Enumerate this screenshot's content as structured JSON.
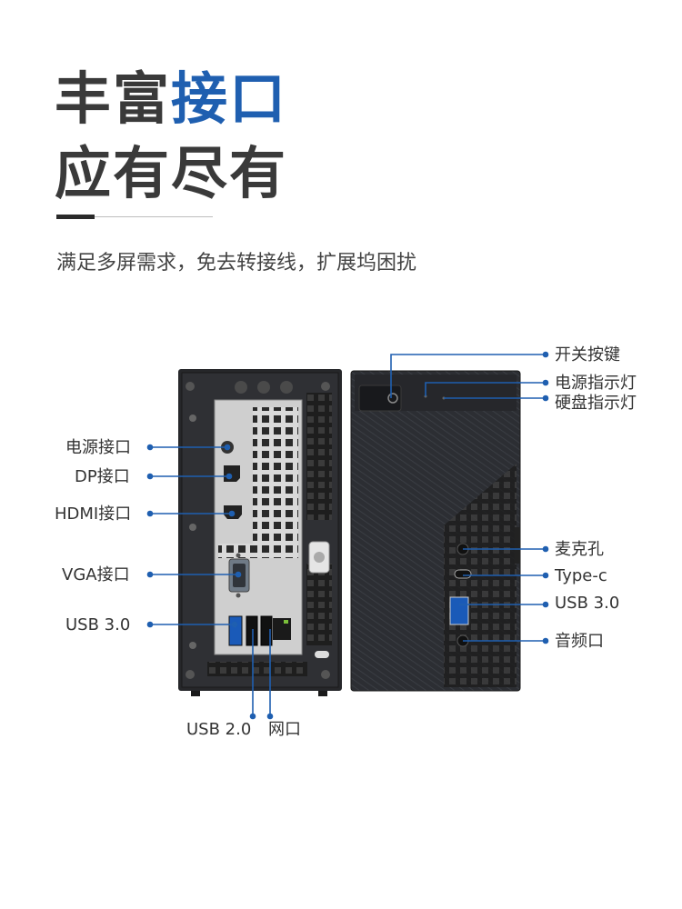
{
  "heading": {
    "line1_plain": "丰富",
    "line1_accent": "接口",
    "line2": "应有尽有"
  },
  "subtitle": "满足多屏需求，免去转接线，扩展坞困扰",
  "colors": {
    "accent": "#1f5fb0",
    "callout_line": "#1f5fb0",
    "chassis": "#2b2d31"
  },
  "rear_labels": {
    "power": "电源接口",
    "dp": "DP接口",
    "hdmi": "HDMI接口",
    "vga": "VGA接口",
    "usb30": "USB 3.0",
    "usb20": "USB 2.0",
    "lan": "网口"
  },
  "front_labels": {
    "power_button": "开关按键",
    "power_led": "电源指示灯",
    "hdd_led": "硬盘指示灯",
    "mic": "麦克孔",
    "typec": "Type-c",
    "usb30": "USB 3.0",
    "audio": "音频口"
  }
}
